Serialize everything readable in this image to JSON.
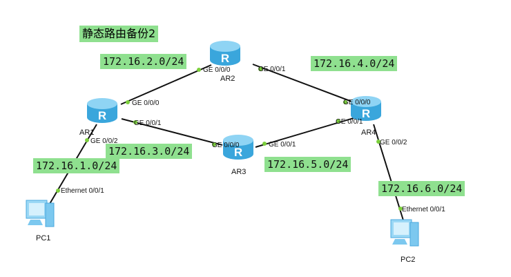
{
  "title": "静态路由备份2",
  "colors": {
    "label_bg": "#8fe08f",
    "link": "#111111",
    "port_dot": "#7ccf3c",
    "router": "#4fb8e8"
  },
  "devices": [
    {
      "id": "AR1",
      "label": "AR1",
      "type": "router"
    },
    {
      "id": "AR2",
      "label": "AR2",
      "type": "router"
    },
    {
      "id": "AR3",
      "label": "AR3",
      "type": "router"
    },
    {
      "id": "AR4",
      "label": "AR4",
      "type": "router"
    },
    {
      "id": "PC1",
      "label": "PC1",
      "type": "pc"
    },
    {
      "id": "PC2",
      "label": "PC2",
      "type": "pc"
    }
  ],
  "networks": [
    "172.16.2.0/24",
    "172.16.4.0/24",
    "172.16.3.0/24",
    "172.16.5.0/24",
    "172.16.1.0/24",
    "172.16.6.0/24"
  ],
  "ports": [
    "GE 0/0/0",
    "GE 0/0/1",
    "GE 0/0/0",
    "GE 0/0/1",
    "GE 0/0/2",
    "GE 0/0/0",
    "GE 0/0/1",
    "GE 0/0/0",
    "GE 0/0/1",
    "GE 0/0/2",
    "Ethernet 0/0/1",
    "Ethernet 0/0/1"
  ],
  "links": [
    [
      "AR1",
      "AR2"
    ],
    [
      "AR2",
      "AR4"
    ],
    [
      "AR1",
      "AR3"
    ],
    [
      "AR3",
      "AR4"
    ],
    [
      "AR1",
      "PC1"
    ],
    [
      "AR4",
      "PC2"
    ]
  ]
}
